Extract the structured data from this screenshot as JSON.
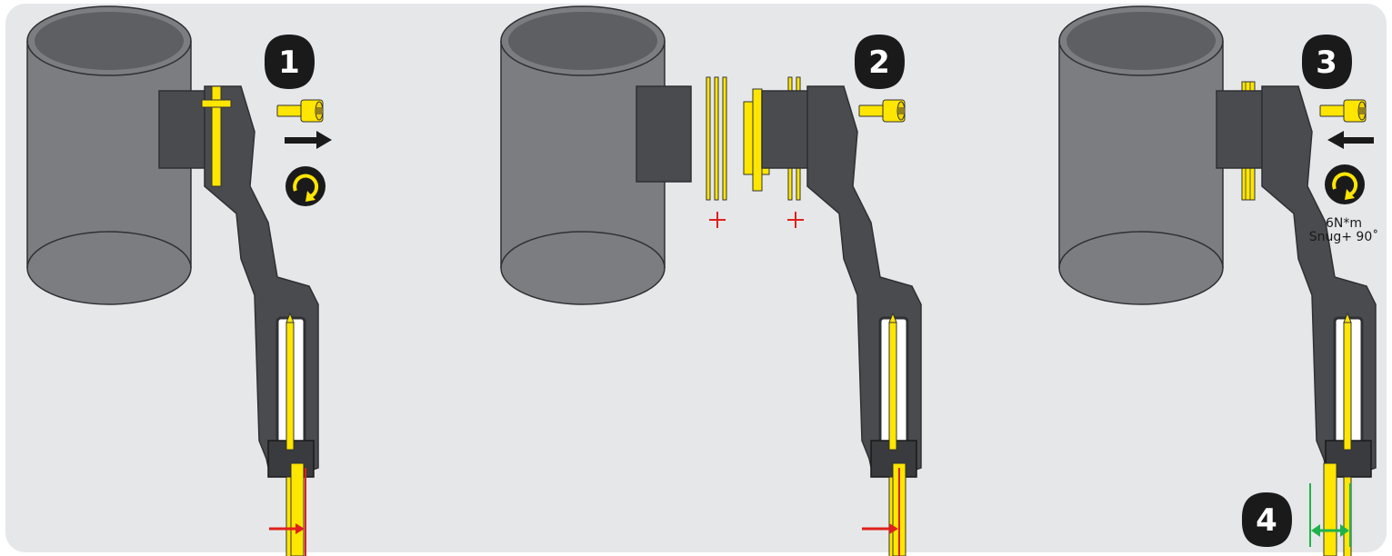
{
  "steps": [
    {
      "number": "1"
    },
    {
      "number": "2"
    },
    {
      "number": "3",
      "torque_line1": "6N*m",
      "torque_line2": "Snug+ 90˚"
    },
    {
      "number": "4"
    }
  ],
  "colors": {
    "background": "#e6e7e9",
    "tube": "#7c7d80",
    "tube_top": "#5e5f62",
    "bracket": "#4a4b4e",
    "bracket_dark": "#2f3033",
    "highlight": "#ffe600",
    "marker_red": "#e0201b",
    "marker_green": "#1fb24a",
    "badge": "#1a1a1a"
  },
  "icons": [
    "bolt-icon",
    "arrow-right-icon",
    "arrow-left-icon",
    "rotate-icon",
    "plus-icon",
    "double-arrow-icon"
  ]
}
